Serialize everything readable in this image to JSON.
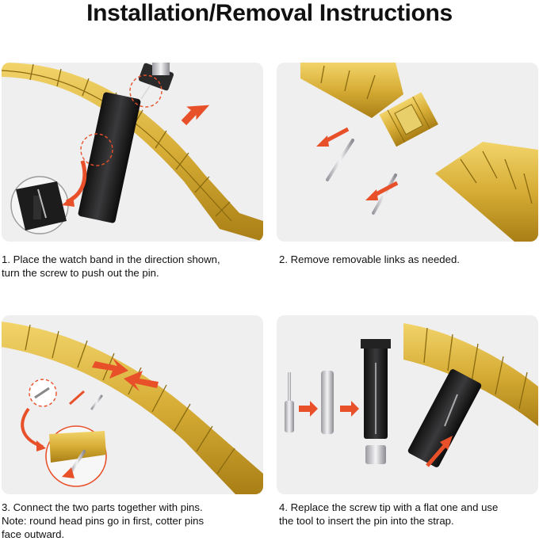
{
  "page": {
    "title": "Installation/Removal Instructions"
  },
  "steps": [
    {
      "caption": "1. Place the watch band in the direction shown,\nturn the screw to push out the pin."
    },
    {
      "caption": "2. Remove removable links as needed."
    },
    {
      "caption": "3. Connect the two parts together with pins.\nNote: round head pins go in first, cotter pins\nface outward."
    },
    {
      "caption": "4. Replace the screw tip with a flat one and use\nthe tool to insert the pin into the strap."
    }
  ],
  "colors": {
    "panel_bg": "#efeff0",
    "band_gold": "#d8b23e",
    "band_dark": "#8a6a10",
    "arrow_red": "#e8502a",
    "tool_black": "#1e1e1e",
    "pin_silver": "#c9c9cc"
  },
  "icons": {
    "direction_arrow": "red-arrow-icon",
    "magnifier_callout": "callout-circle-icon"
  }
}
